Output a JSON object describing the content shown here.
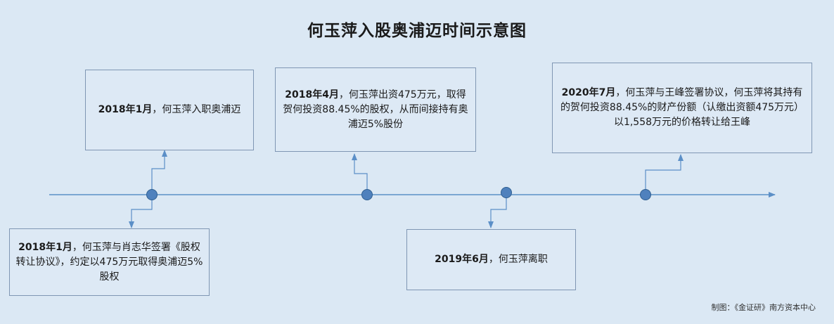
{
  "title": "何玉萍入股奥浦迈时间示意图",
  "events": [
    {
      "date": "2018年1月",
      "sep": "，",
      "text": "何玉萍入职奥浦迈"
    },
    {
      "date": "2018年1月",
      "sep": "，",
      "text": "何玉萍与肖志华签署《股权转让协议》，约定以475万元取得奥浦迈5%股权"
    },
    {
      "date": "2018年4月",
      "sep": "，",
      "text": "何玉萍出资475万元，取得贺何投资88.45%的股权，从而间接持有奥浦迈5%股份"
    },
    {
      "date": "2019年6月",
      "sep": "，",
      "text": "何玉萍离职"
    },
    {
      "date": "2020年7月",
      "sep": "，",
      "text": "何玉萍与王峰签署协议，何玉萍将其持有的贺何投资88.45%的财产份额（认缴出资额475万元）以1,558万元的价格转让给王峰"
    }
  ],
  "credit": "制图：《金证研》南方资本中心",
  "colors": {
    "background": "#dbe8f4",
    "line": "#5b8fc7",
    "dot": "#4f81bd",
    "box_border": "#7f96b3"
  }
}
